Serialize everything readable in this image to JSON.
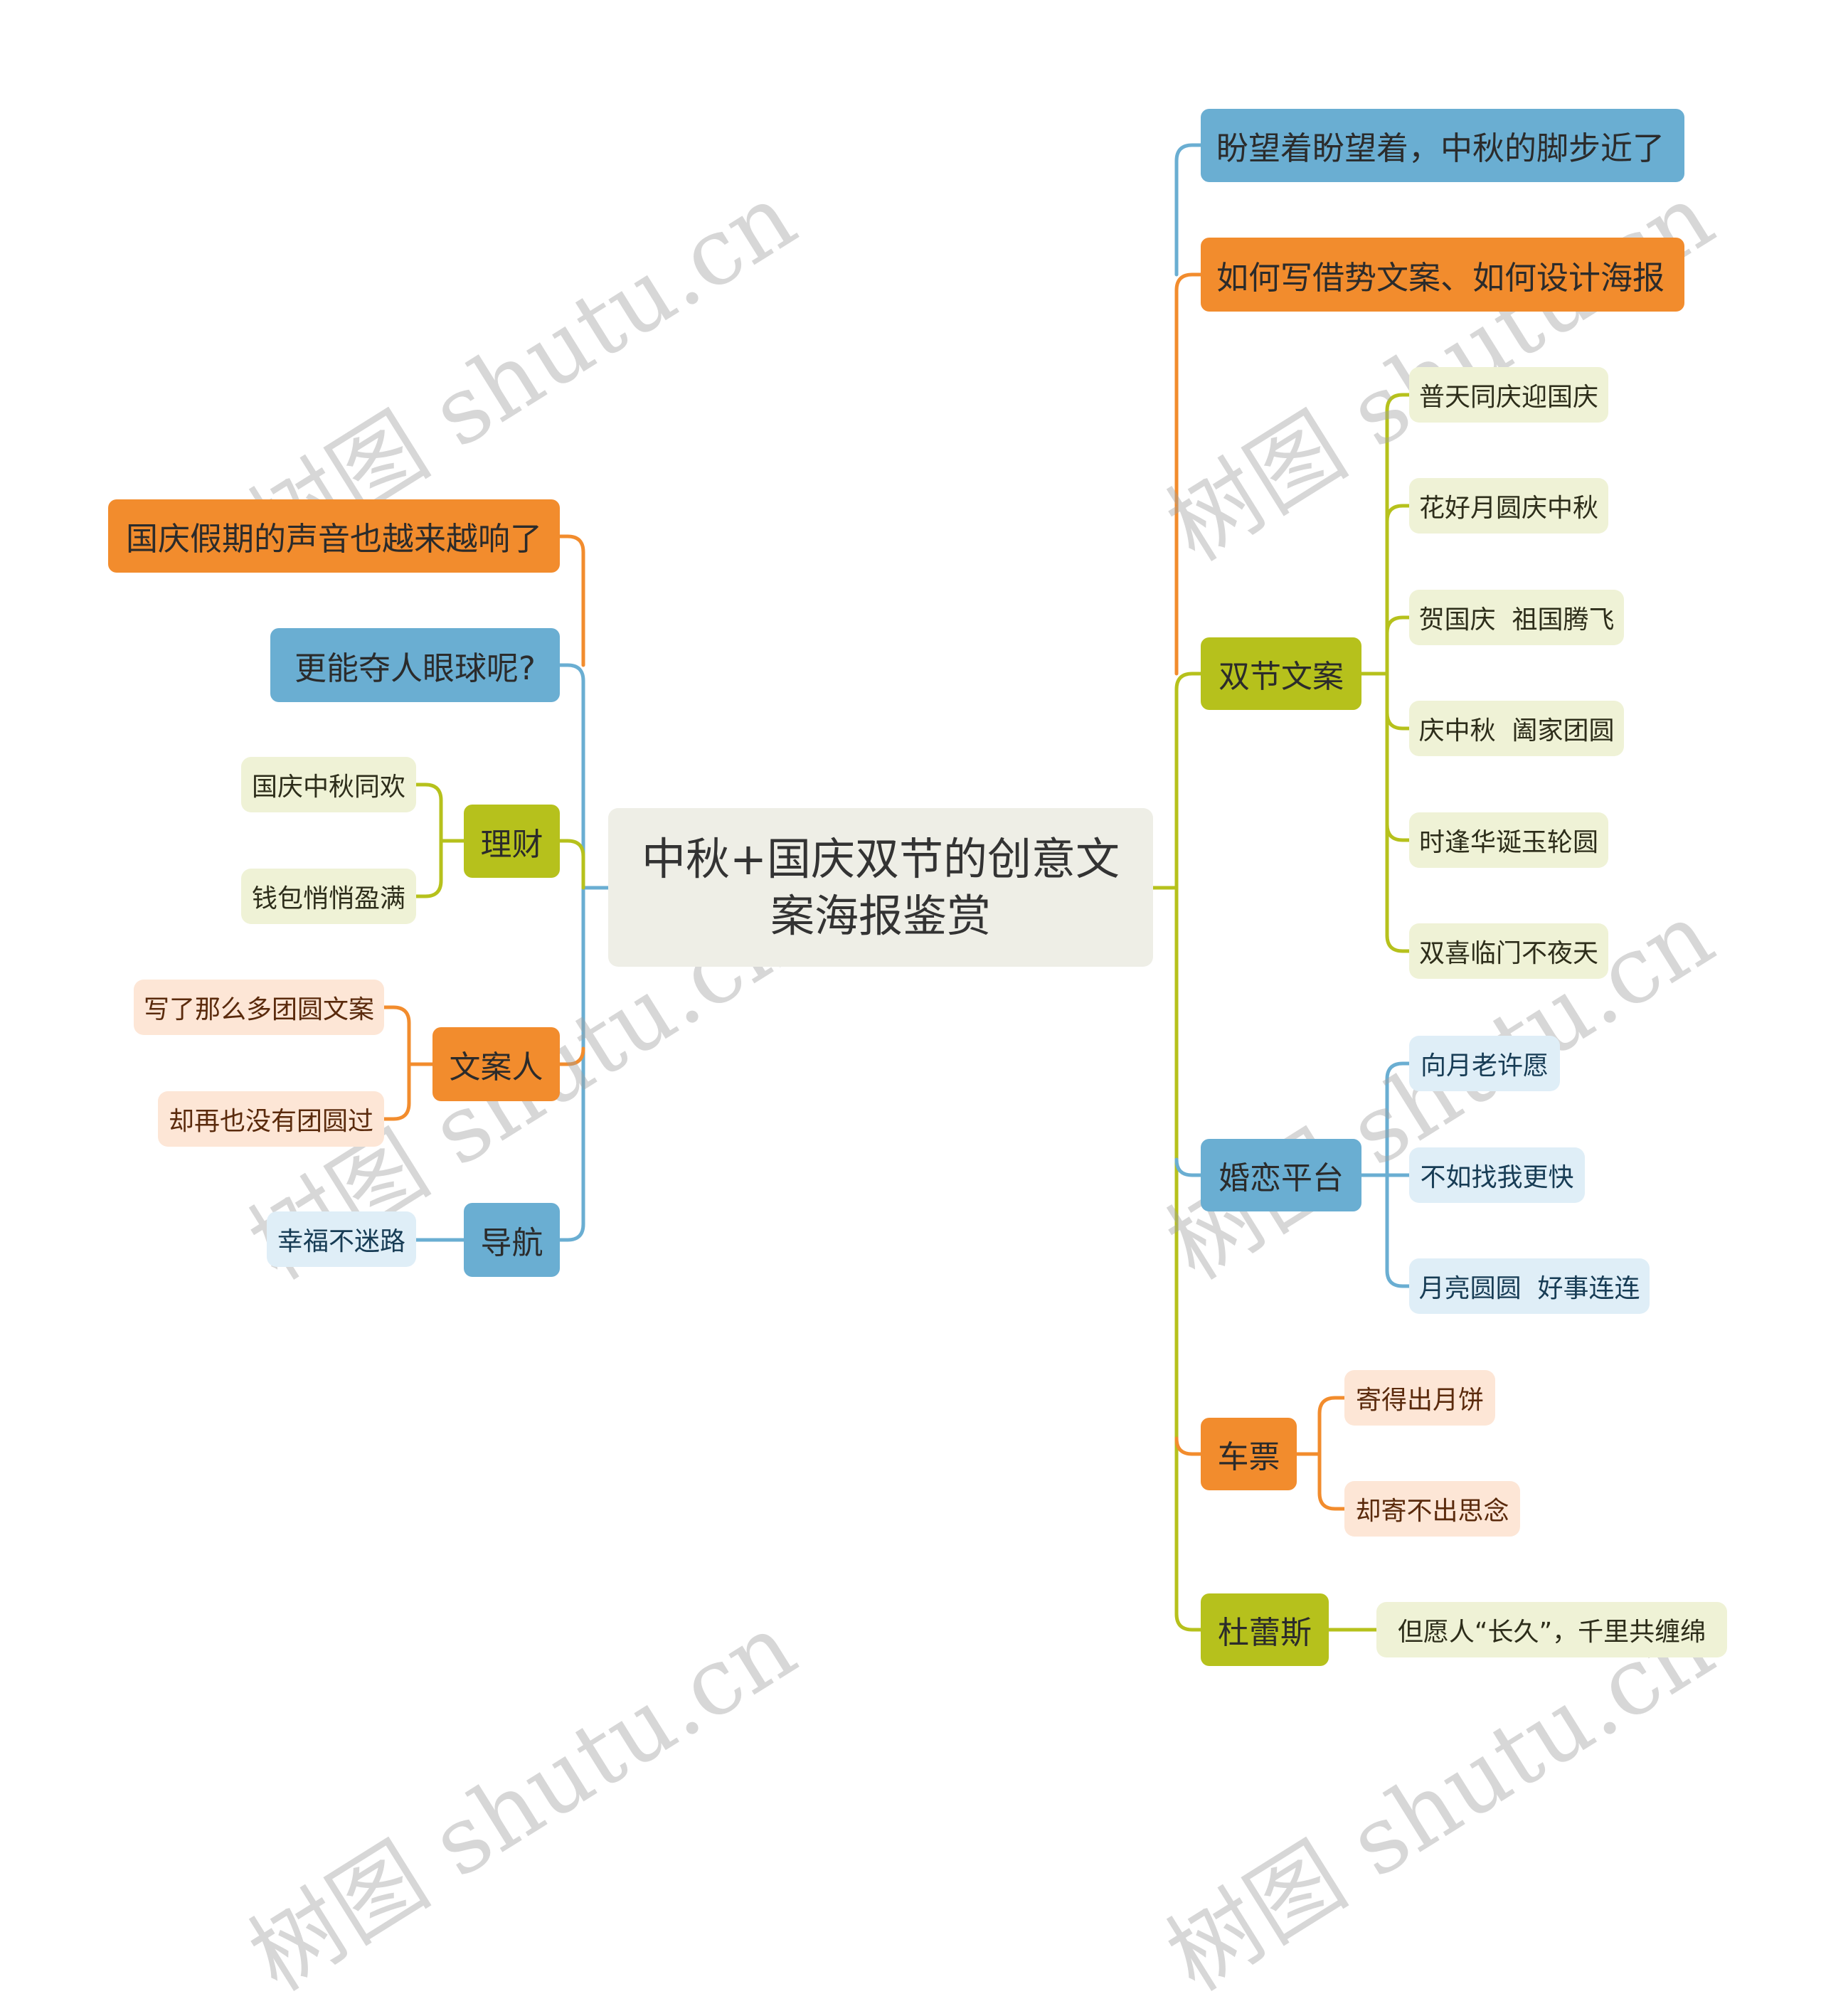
{
  "root": {
    "title": "中秋+国庆双节的创意文案海报鉴赏"
  },
  "colors": {
    "blue": "#6aaed2",
    "orange": "#f28c2d",
    "olive": "#b6c11c",
    "root_bg": "#eeeee6"
  },
  "right": [
    {
      "label": "盼望着盼望着，中秋的脚步近了",
      "color": "blue",
      "children": []
    },
    {
      "label": "如何写借势文案、如何设计海报",
      "color": "orange",
      "children": []
    },
    {
      "label": "双节文案",
      "color": "olive",
      "children": [
        "普天同庆迎国庆",
        "花好月圆庆中秋",
        "贺国庆  祖国腾飞",
        "庆中秋  阖家团圆",
        "时逢华诞玉轮圆",
        "双喜临门不夜天"
      ]
    },
    {
      "label": "婚恋平台",
      "color": "blue",
      "children": [
        "向月老许愿",
        "不如找我更快",
        "月亮圆圆  好事连连"
      ]
    },
    {
      "label": "车票",
      "color": "orange",
      "children": [
        "寄得出月饼",
        "却寄不出思念"
      ]
    },
    {
      "label": "杜蕾斯",
      "color": "olive",
      "children": [
        "但愿人“长久”，千里共缠绵"
      ]
    }
  ],
  "left": [
    {
      "label": "国庆假期的声音也越来越响了",
      "color": "orange",
      "children": []
    },
    {
      "label": "更能夺人眼球呢?",
      "color": "blue",
      "children": []
    },
    {
      "label": "理财",
      "color": "olive",
      "children": [
        "国庆中秋同欢",
        "钱包悄悄盈满"
      ]
    },
    {
      "label": "文案人",
      "color": "orange",
      "children": [
        "写了那么多团圆文案",
        "却再也没有团圆过"
      ]
    },
    {
      "label": "导航",
      "color": "blue",
      "children": [
        "幸福不迷路"
      ]
    }
  ],
  "watermark": "树图 shutu.cn"
}
